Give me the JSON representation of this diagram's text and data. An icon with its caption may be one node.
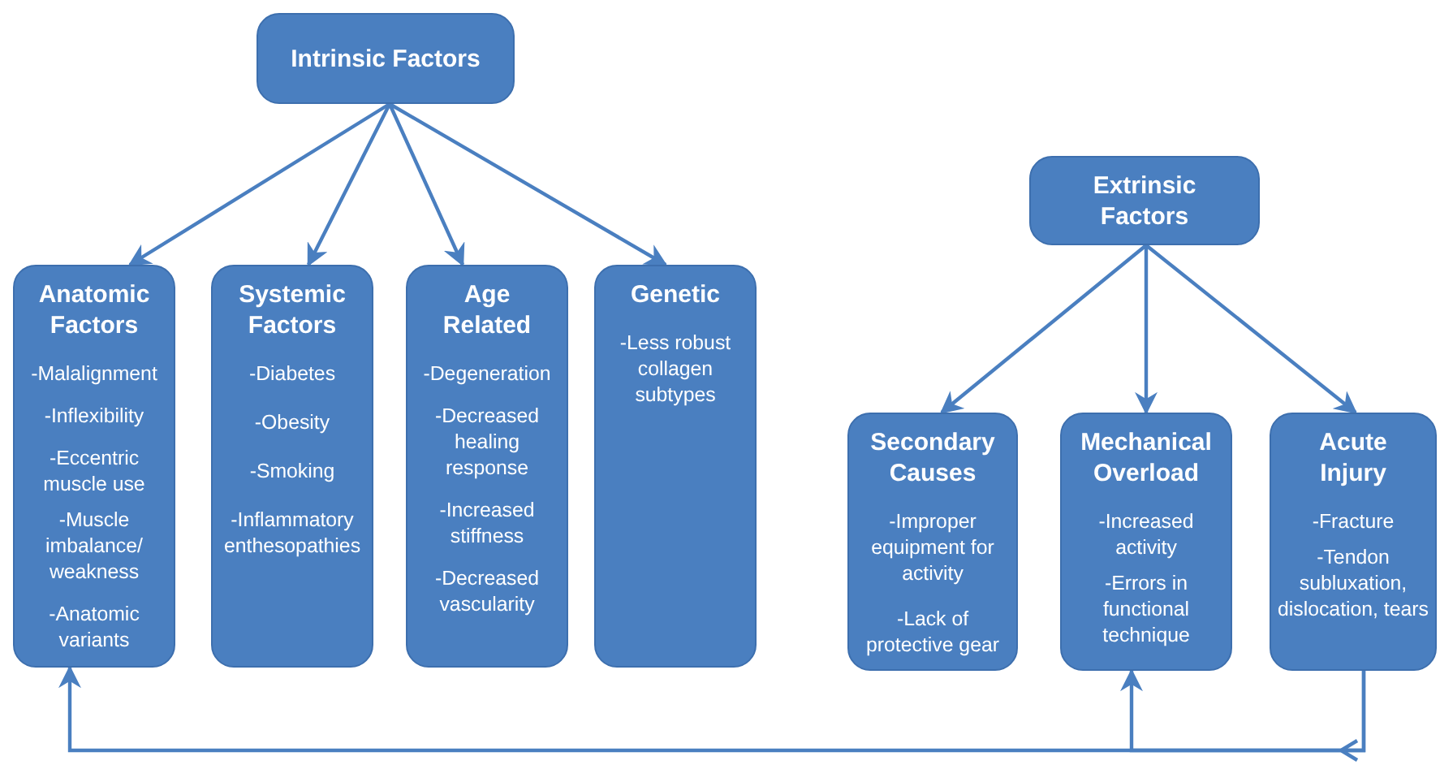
{
  "diagram": {
    "nodes": [
      {
        "text": [
          "Intrinsic Factors"
        ]
      },
      {
        "text": [
          "Anatomic Factors",
          "-Malalignment",
          "-Inflexibility",
          "-Eccentric muscle use",
          "-Muscle imbalance/ weakness",
          "-Anatomic variants"
        ]
      },
      {
        "text": [
          "Systemic Factors",
          "-Diabetes",
          "-Obesity",
          "-Smoking",
          "-Inflammatory enthesopathies"
        ]
      },
      {
        "text": [
          "Age Related",
          "-Degeneration",
          "-Decreased healing response",
          "-Increased stiffness",
          "-Decreased vascularity"
        ]
      },
      {
        "text": [
          "Genetic",
          "-Less robust collagen subtypes"
        ]
      },
      {
        "text": [
          "Extrinsic Factors"
        ]
      },
      {
        "text": [
          "Secondary Causes",
          "-Improper equipment for activity",
          "-Lack of protective gear"
        ]
      },
      {
        "text": [
          "Mechanical Overload",
          "-Increased activity",
          "-Errors in functional technique"
        ]
      },
      {
        "text": [
          "Acute Injury",
          "-Fracture",
          "-Tendon subluxation, dislocation, tears"
        ]
      }
    ],
    "edges": [
      {
        "from": 0,
        "to": 1,
        "arrow": "to"
      },
      {
        "from": 0,
        "to": 2,
        "arrow": "to"
      },
      {
        "from": 0,
        "to": 3,
        "arrow": "to"
      },
      {
        "from": 0,
        "to": 4,
        "arrow": "to"
      },
      {
        "from": 5,
        "to": 6,
        "arrow": "to"
      },
      {
        "from": 5,
        "to": 7,
        "arrow": "to"
      },
      {
        "from": 5,
        "to": 8,
        "arrow": "to"
      },
      {
        "from": 8,
        "to": 1,
        "arrow": "to"
      },
      {
        "from": 8,
        "to": 7,
        "arrow": "to"
      }
    ]
  }
}
